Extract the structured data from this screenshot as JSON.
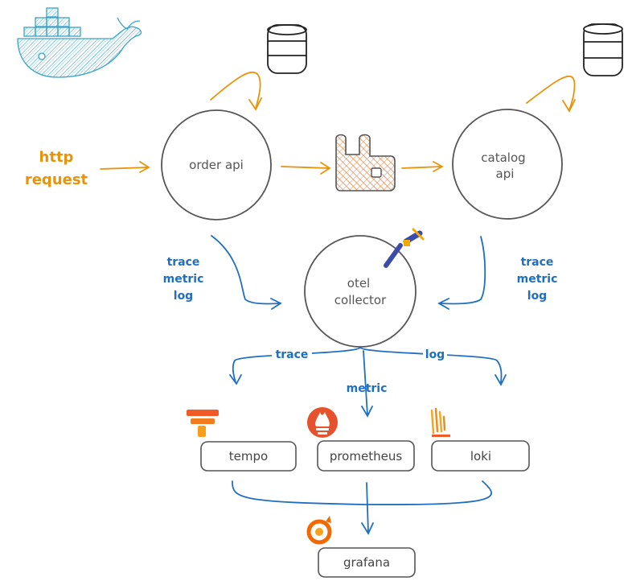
{
  "diagram": {
    "input": {
      "line1": "http",
      "line2": "request"
    },
    "nodes": {
      "order_api": "order api",
      "catalog_api": {
        "line1": "catalog",
        "line2": "api"
      },
      "otel_collector": {
        "line1": "otel",
        "line2": "collector"
      }
    },
    "signals_left": {
      "line1": "trace",
      "line2": "metric",
      "line3": "log"
    },
    "signals_right": {
      "line1": "trace",
      "line2": "metric",
      "line3": "log"
    },
    "edges": {
      "trace": "trace",
      "metric": "metric",
      "log": "log"
    },
    "backends": {
      "tempo": "tempo",
      "prometheus": "prometheus",
      "loki": "loki",
      "grafana": "grafana"
    },
    "icons": {
      "docker": "docker-whale-icon",
      "database": "database-icon",
      "rabbitmq": "rabbitmq-icon",
      "telescope": "telescope-icon",
      "tempo": "tempo-icon",
      "prometheus": "prometheus-icon",
      "loki": "loki-icon",
      "grafana": "grafana-icon"
    },
    "colors": {
      "flow": "#e8930a",
      "telemetry": "#1f6fc0",
      "outline": "#555555",
      "docker": "#3aa3c7",
      "rabbitmq": "#f0b48a",
      "prometheus": "#e6522c",
      "grafana": "#f46800"
    }
  }
}
